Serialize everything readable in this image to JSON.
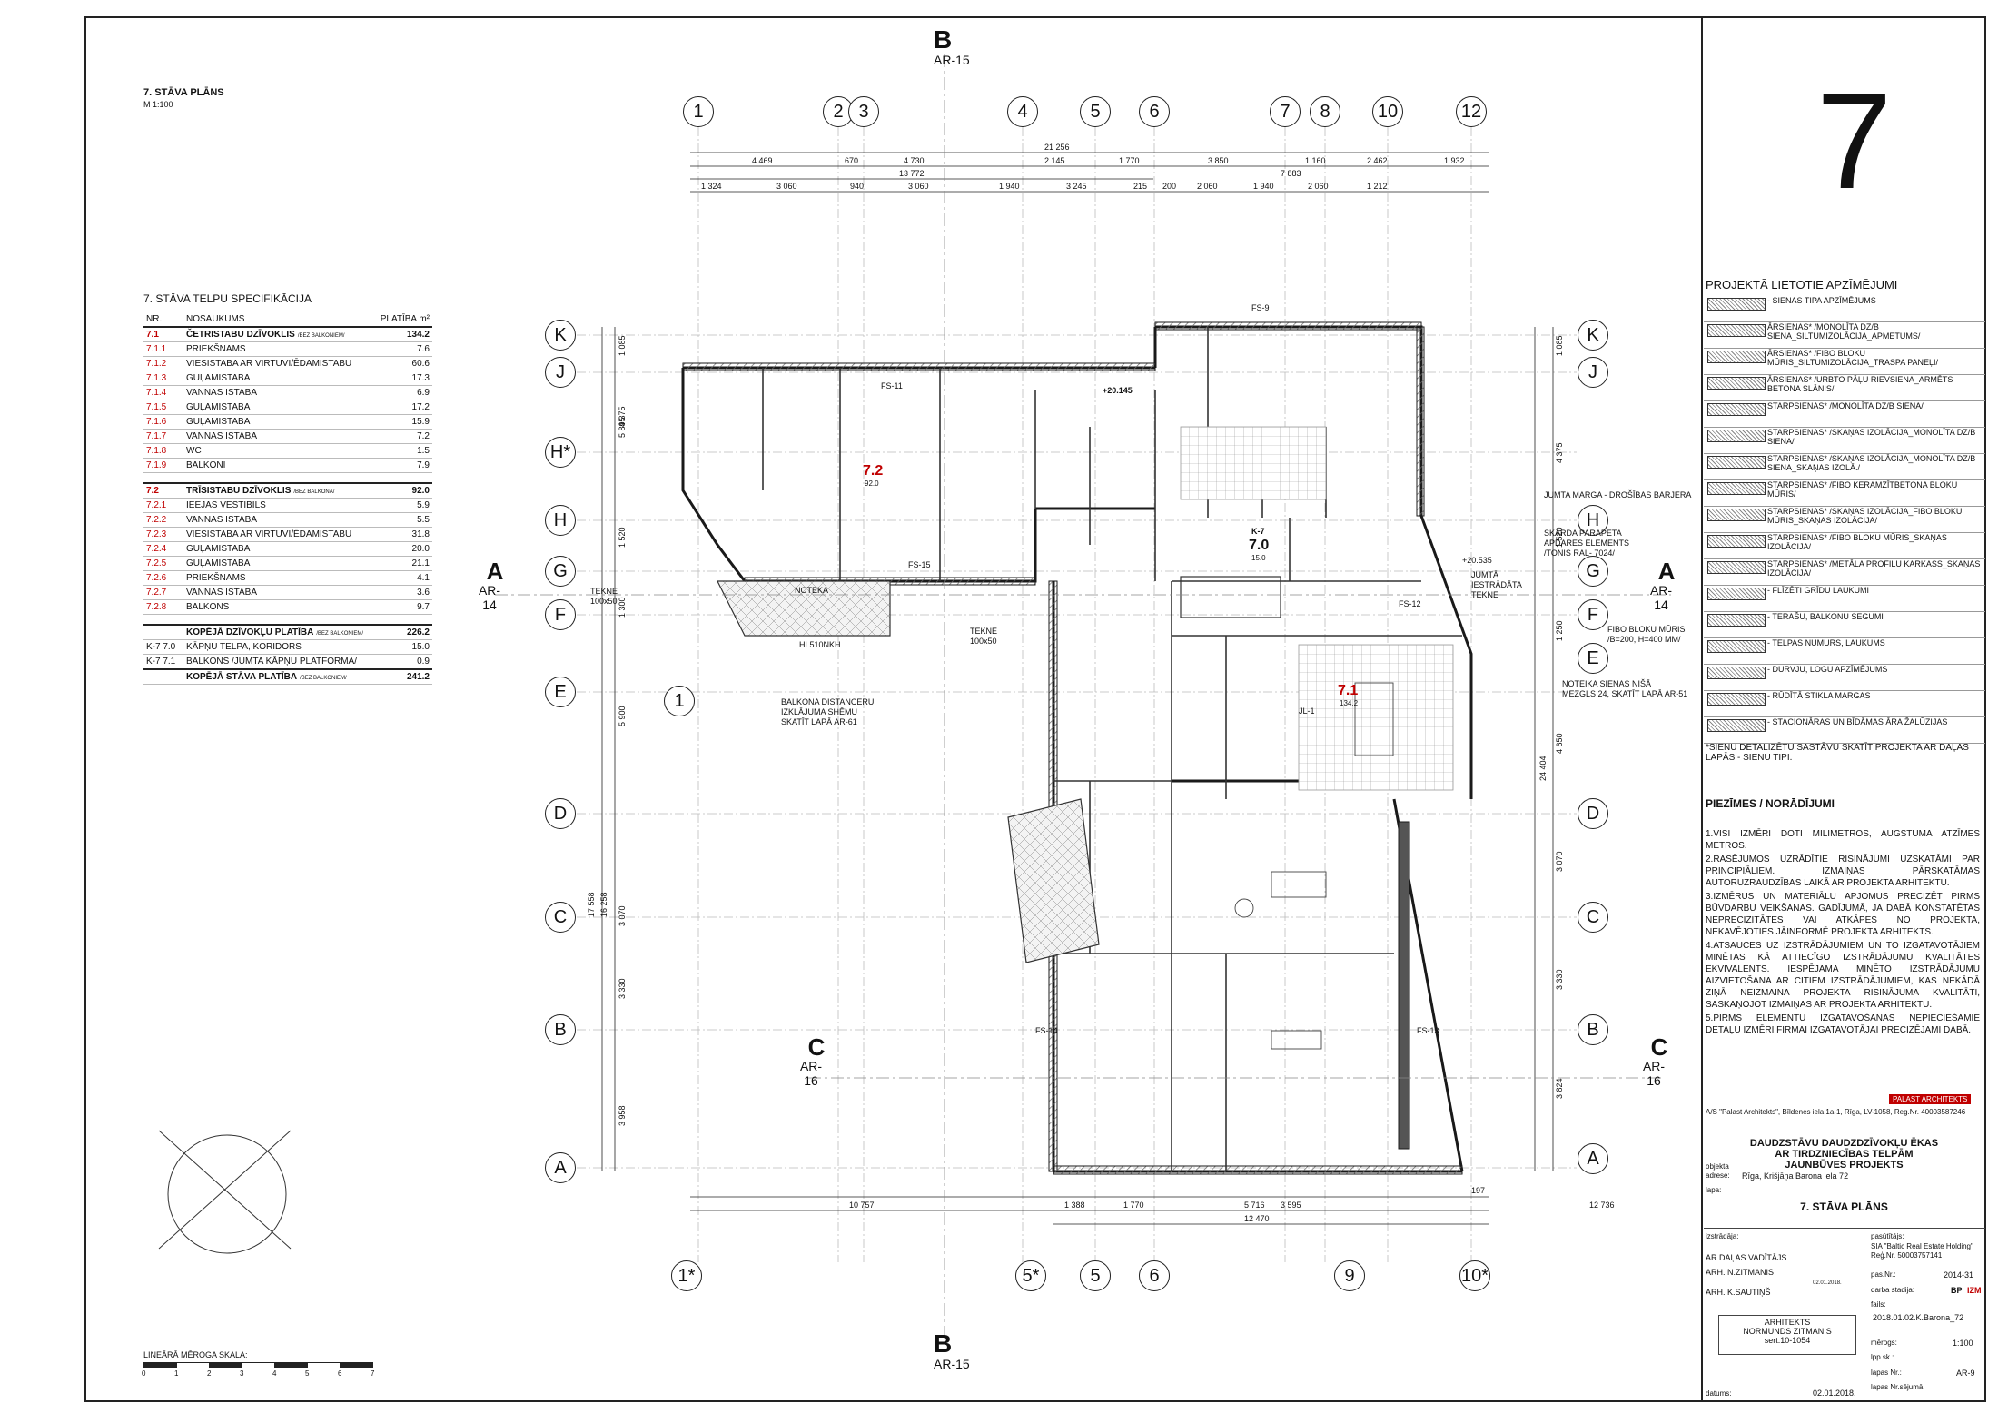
{
  "sheet": {
    "plan_title": "7. STĀVA PLĀNS",
    "plan_scale": "M 1:100",
    "big_number": "7",
    "linear_scale_label": "LINEĀRĀ MĒROGA SKALA:",
    "scale_ticks": [
      "0",
      "1",
      "2",
      "3",
      "4",
      "5",
      "6",
      "7"
    ]
  },
  "section_marks": {
    "top_letter": "B",
    "top_ref": "AR-15",
    "bottom_letter": "B",
    "bottom_ref": "AR-15",
    "left_letter": "A",
    "left_ref": "AR-14",
    "right_letter": "A",
    "right_ref": "AR-14",
    "cl_letter": "C",
    "cl_ref": "AR-16",
    "cr_letter": "C",
    "cr_ref": "AR-16"
  },
  "grid_top": [
    "1",
    "2",
    "3",
    "4",
    "5",
    "6",
    "7",
    "8",
    "10",
    "12"
  ],
  "grid_bottom": [
    "1*",
    "5*",
    "5",
    "6",
    "9",
    "10*"
  ],
  "grid_rows_left": [
    "K",
    "J",
    "H*",
    "H",
    "G",
    "F",
    "E",
    "D",
    "C",
    "B",
    "A"
  ],
  "grid_rows_right": [
    "K",
    "J",
    "H",
    "G",
    "F",
    "E",
    "D",
    "C",
    "B",
    "A"
  ],
  "top_dims": {
    "overall": "21 256",
    "row1": [
      "4 469",
      "670",
      "4 730",
      "2 145",
      "1 770",
      "3 850",
      "1 160",
      "2 462",
      "1 932"
    ],
    "sub": "13 772",
    "sub2": "7 883",
    "row2": [
      "1 324",
      "3 060",
      "940",
      "3 060",
      "1 940",
      "3 245",
      "215",
      "200",
      "2 060",
      "1 940",
      "2 060",
      "1 212"
    ]
  },
  "bottom_dims": {
    "a": "12 736",
    "b": "5 716",
    "c": "12 470",
    "row": [
      "10 757",
      "1 388",
      "1 770",
      "3 595"
    ],
    "extra": "197"
  },
  "left_dims": {
    "vertical_a": "17 558",
    "vertical_b": "16 258",
    "k": "1 085",
    "j": "5 895",
    "j2": "4 375",
    "h": "1 520",
    "g": "1 300",
    "d": "5 900",
    "c": "3 070",
    "b": "3 330",
    "a": "3 958"
  },
  "right_dims": {
    "total": "24 404",
    "k": "1 085",
    "j": "4 375",
    "h": "1 520",
    "f": "1 250",
    "e": "4 650",
    "d": "3 070",
    "c": "3 330",
    "b": "3 824"
  },
  "rooms": [
    {
      "id": "7.2",
      "area": "92.0"
    },
    {
      "id": "7.1",
      "area": "134.2"
    },
    {
      "id": "7.0",
      "area": "15.0"
    },
    {
      "id": "K-7",
      "area": ""
    }
  ],
  "annotations": [
    "FS-11",
    "FS-15",
    "FS-9",
    "FS-14",
    "FS-13",
    "FS-12",
    "NOTEKA",
    "TEKNE\n100x50",
    "TEKNE\n100x50",
    "HL510NKH",
    "JUMTA MARGA - DROŠĪBAS BARJERA",
    "SKĀRDA PARAPETA\nAPDARES ELEMENTS\n/TONIS RAL- 7024/",
    "JUMTĀ\nIESTRĀDĀTA\nTEKNE",
    "FIBO BLOKU MŪRIS\n/B=200, H=400 MM/",
    "NOTEIKA SIENAS NIŠĀ\nMEZGLS 24, SKATĪT LAPĀ AR-51",
    "BALKONA DISTANCERU\nIZKLĀJUMA SHĒMU\nSKATĪT LAPĀ AR-61",
    "+20.145",
    "+20.535",
    "JL-1"
  ],
  "spec_table": {
    "title": "7. STĀVA TELPU SPECIFIKĀCIJA",
    "headers": [
      "NR.",
      "NOSAUKUMS",
      "PLATĪBA m²"
    ],
    "groups": [
      {
        "no": "7.1",
        "name": "ČETRISTABU DZĪVOKLIS",
        "note": "/BEZ BALKONIEM/",
        "area": "134.2",
        "rows": [
          {
            "no": "7.1.1",
            "name": "PRIEKŠNAMS",
            "area": "7.6"
          },
          {
            "no": "7.1.2",
            "name": "VIESISTABA AR VIRTUVI/ĒDAMISTABU",
            "area": "60.6"
          },
          {
            "no": "7.1.3",
            "name": "GUĻAMISTABA",
            "area": "17.3"
          },
          {
            "no": "7.1.4",
            "name": "VANNAS ISTABA",
            "area": "6.9"
          },
          {
            "no": "7.1.5",
            "name": "GUĻAMISTABA",
            "area": "17.2"
          },
          {
            "no": "7.1.6",
            "name": "GUĻAMISTABA",
            "area": "15.9"
          },
          {
            "no": "7.1.7",
            "name": "VANNAS ISTABA",
            "area": "7.2"
          },
          {
            "no": "7.1.8",
            "name": "WC",
            "area": "1.5"
          },
          {
            "no": "7.1.9",
            "name": "BALKONI",
            "area": "7.9"
          }
        ]
      },
      {
        "no": "7.2",
        "name": "TRĪSISTABU DZĪVOKLIS",
        "note": "/BEZ BALKONA/",
        "area": "92.0",
        "rows": [
          {
            "no": "7.2.1",
            "name": "IEEJAS VESTIBILS",
            "area": "5.9"
          },
          {
            "no": "7.2.2",
            "name": "VANNAS ISTABA",
            "area": "5.5"
          },
          {
            "no": "7.2.3",
            "name": "VIESISTABA AR VIRTUVI/ĒDAMISTABU",
            "area": "31.8"
          },
          {
            "no": "7.2.4",
            "name": "GUĻAMISTABA",
            "area": "20.0"
          },
          {
            "no": "7.2.5",
            "name": "GUĻAMISTABA",
            "area": "21.1"
          },
          {
            "no": "7.2.6",
            "name": "PRIEKŠNAMS",
            "area": "4.1"
          },
          {
            "no": "7.2.7",
            "name": "VANNAS ISTABA",
            "area": "3.6"
          },
          {
            "no": "7.2.8",
            "name": "BALKONS",
            "area": "9.7"
          }
        ]
      }
    ],
    "totals": [
      {
        "no": "",
        "name": "KOPĒJĀ DZĪVOKĻU PLATĪBA",
        "note": "/BEZ BALKONIEM/",
        "area": "226.2"
      },
      {
        "no": "K-7  7.0",
        "name": "KĀPŅU TELPA, KORIDORS",
        "note": "",
        "area": "15.0"
      },
      {
        "no": "K-7  7.1",
        "name": "BALKONS /JUMTA KĀPŅU PLATFORMA/",
        "note": "",
        "area": "0.9"
      },
      {
        "no": "",
        "name": "KOPĒJĀ STĀVA PLATĪBA",
        "note": "/BEZ BALKONIEM/",
        "area": "241.2"
      }
    ]
  },
  "legend": {
    "title": "PROJEKTĀ LIETOTIE APZĪMĒJUMI",
    "items": [
      "- SIENAS TIPA APZĪMĒJUMS",
      "ĀRSIENAS* /MONOLĪTA DZ/B SIENA_SILTUMIZOLĀCIJA_APMETUMS/",
      "ĀRSIENAS* /FIBO BLOKU MŪRIS_SILTUMIZOLĀCIJA_TRASPA PANEĻI/",
      "ĀRSIENAS* /URBTO PĀĻU RIEVSIENA_ARMĒTS BETONA SLĀNIS/",
      "STARPSIENAS* /MONOLĪTA DZ/B SIENA/",
      "STARPSIENAS* /SKAŅAS IZOLĀCIJA_MONOLĪTA DZ/B SIENA/",
      "STARPSIENAS* /SKAŅAS IZOLĀCIJA_MONOLĪTA DZ/B SIENA_SKAŅAS IZOLĀ./",
      "STARPSIENAS* /FIBO KERAMZĪTBETONA BLOKU MŪRIS/",
      "STARPSIENAS* /SKAŅAS IZOLĀCIJA_FIBO BLOKU MŪRIS_SKAŅAS IZOLĀCIJA/",
      "STARPSIENAS* /FIBO BLOKU MŪRIS_SKAŅAS IZOLĀCIJA/",
      "STARPSIENAS* /METĀLA PROFILU KARKASS_SKAŅAS IZOLĀCIJA/",
      "- FLĪZĒTI GRĪDU LAUKUMI",
      "- TERAŠU, BALKONU SEGUMI",
      "- TELPAS NUMURS, LAUKUMS",
      "- DURVJU, LOGU APZĪMĒJUMS",
      "- RŪDĪTĀ STIKLA MARGAS",
      "- STACIONĀRAS UN BĪDĀMAS ĀRA ŽALŪZIJAS"
    ],
    "footnote": "*SIENU DETALIZĒTU SASTĀVU SKATĪT PROJEKTA AR DAĻAS LAPĀS - SIENU TIPI."
  },
  "notes": {
    "title": "PIEZĪMES / NORĀDĪJUMI",
    "items": [
      "1.VISI IZMĒRI DOTI MILIMETROS, AUGSTUMA ATZĪMES METROS.",
      "2.RASĒJUMOS UZRĀDĪTIE RISINĀJUMI UZSKATĀMI PAR PRINCIPIĀLIEM. IZMAIŅAS PĀRSKATĀMAS AUTORUZRAUDZĪBAS LAIKĀ AR PROJEKTA ARHITEKTU.",
      "3.IZMĒRUS UN MATERIĀLU APJOMUS PRECIZĒT PIRMS BŪVDARBU VEIKŠANAS. GADĪJUMĀ, JA DABĀ KONSTATĒTAS NEPRECIZITĀTES VAI ATKĀPES NO PROJEKTA, NEKAVĒJOTIES JĀINFORMĒ PROJEKTA ARHITEKTS.",
      "4.ATSAUCES UZ IZSTRĀDĀJUMIEM UN TO IZGATAVOTĀJIEM MINĒTAS KĀ ATTIECĪGO IZSTRĀDĀJUMU KVALITĀTES EKVIVALENTS. IESPĒJAMA MINĒTO IZSTRĀDĀJUMU AIZVIETOŠANA AR CITIEM IZSTRĀDĀJUMIEM, KAS NEKĀDĀ ZIŅĀ NEIZMAINA PROJEKTA RISINĀJUMA KVALITĀTI, SASKAŅOJOT IZMAIŅAS AR PROJEKTA ARHITEKTU.",
      "5.PIRMS ELEMENTU IZGATAVOŠANAS NEPIECIEŠAMIE DETAĻU IZMĒRI FIRMAI IZGATAVOTĀJAI PRECIZĒJAMI DABĀ."
    ]
  },
  "title_block": {
    "company_badge": "PALAST ARCHITEKTS",
    "company": "A/S \"Palast Architekts\", Bīldenes iela 1a-1, Rīga, LV-1058, Reg.Nr. 40003587246",
    "project": "DAUDZSTĀVU DAUDZDZĪVOKĻU ĒKAS\nAR TIRDZNIECĪBAS TELPĀM\nJAUNBŪVES PROJEKTS",
    "object_label": "objekta\nadrese:",
    "object_address": "Rīga, Krišjāņa Barona iela 72",
    "page_label": "lapa:",
    "page_title": "7. STĀVA PLĀNS",
    "prepared_label": "izstrādāja:",
    "client_label": "pasūtītājs:",
    "client": "SIA \"Baltic Real Estate Holding\"\nReģ.Nr. 50003757141",
    "role1": "AR DAĻAS VADĪTĀJS",
    "arh1": "ARH.  N.ZITMANIS",
    "arh2": "ARH.  K.SAUTIŅŠ",
    "small_date": "02.01.2018.",
    "pas_label": "pas.Nr.:",
    "pas_value": "2014-31",
    "stage_label": "darba stadija:",
    "stage_bp": "BP",
    "stage_izm": "IZM",
    "file_label": "fails:",
    "file_value": "2018.01.02.K.Barona_72",
    "scale_label": "mērogs:",
    "scale_value": "1:100",
    "lpp_label": "lpp sk.:",
    "sheet_label": "lapas Nr.:",
    "sheet_value": "AR-9",
    "combined_label": "lapas Nr.sējumā:",
    "architect_box": "ARHITEKTS\nNORMUNDS ZITMANIS\nsert.10-1054",
    "date_label": "datums:",
    "date_value": "02.01.2018."
  },
  "colors": {
    "line": "#1a1a1a",
    "red": "#c00000",
    "hatch": "#777777"
  }
}
